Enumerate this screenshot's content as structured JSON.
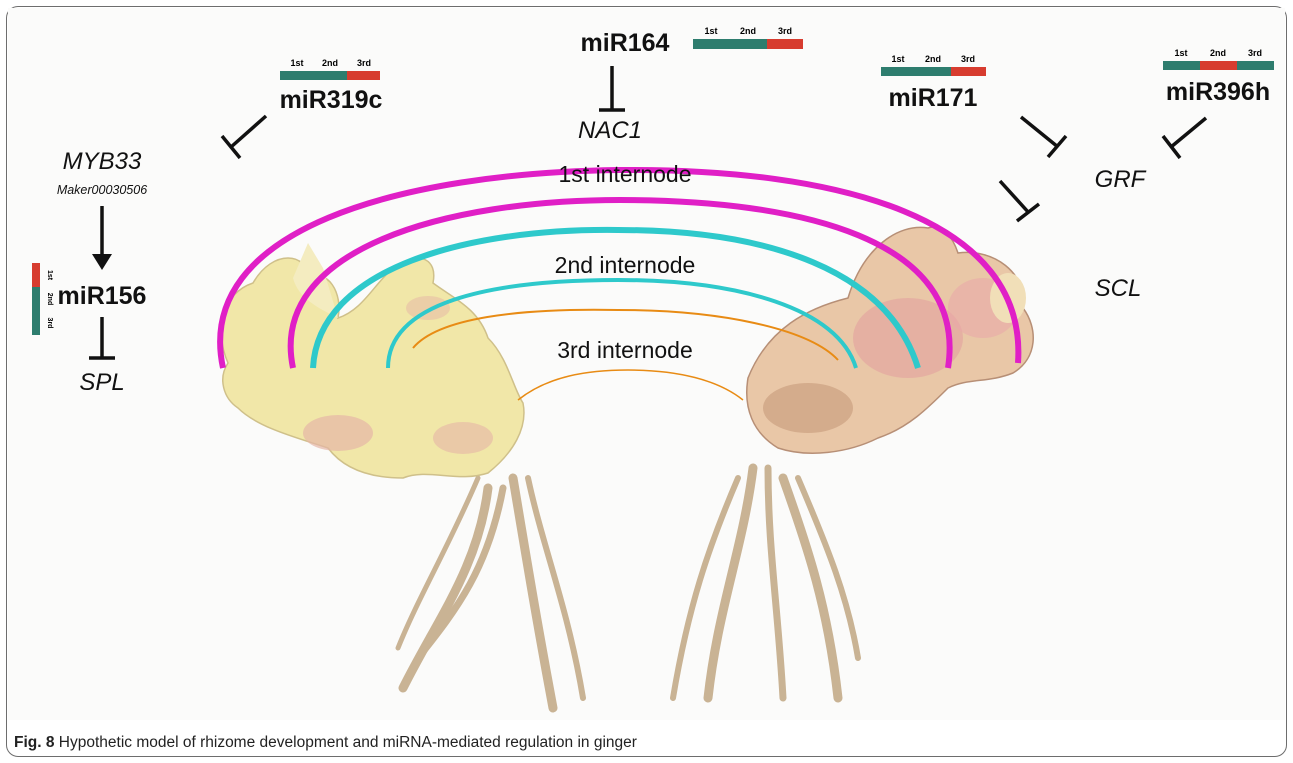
{
  "figure": {
    "labels": {
      "mir164": "miR164",
      "nac1": "NAC1",
      "mir319c": "miR319c",
      "myb33": "MYB33",
      "maker": "Maker00030506",
      "mir156": "miR156",
      "spl": "SPL",
      "mir171": "miR171",
      "mir396h": "miR396h",
      "grf": "GRF",
      "scl": "SCL"
    },
    "internodes": {
      "first": "1st internode",
      "second": "2nd internode",
      "third": "3rd internode"
    },
    "expression_bar": {
      "seg1": "1st",
      "seg2": "2nd",
      "seg3": "3rd"
    },
    "colors": {
      "internode1": "#e01fc6",
      "internode2": "#2ec9cb",
      "internode3": "#e88b14",
      "bar_low": "#2e7d6e",
      "bar_high": "#d73c2f",
      "rhizome": "#f1e7a8",
      "rhizome_pink": "#e6b6a6",
      "root": "#c9b394"
    }
  },
  "caption": {
    "label": "Fig. 8",
    "text": "Hypothetic model of rhizome development and miRNA-mediated regulation in ginger"
  }
}
